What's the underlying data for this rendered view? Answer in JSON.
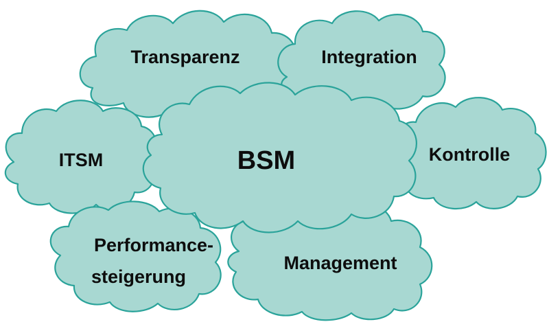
{
  "colors": {
    "cloud_fill": "#a8d8d2",
    "cloud_outline": "#2aa39a",
    "text": "#0d0d0d"
  },
  "center": {
    "label": "BSM"
  },
  "clouds": {
    "transparenz": {
      "label": "Transparenz"
    },
    "integration": {
      "label": "Integration"
    },
    "itsm": {
      "label": "ITSM"
    },
    "kontrolle": {
      "label": "Kontrolle"
    },
    "performance": {
      "line1": "Performance-",
      "line2": "steigerung"
    },
    "management": {
      "label": "Management"
    }
  }
}
